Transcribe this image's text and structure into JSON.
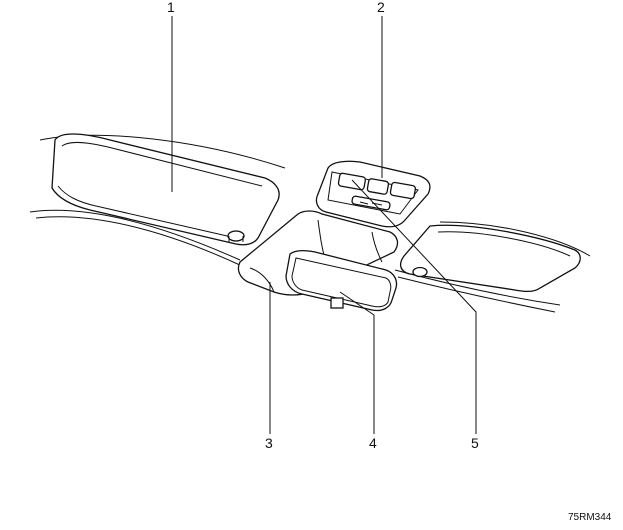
{
  "diagram": {
    "callouts": [
      {
        "id": "1"
      },
      {
        "id": "2"
      },
      {
        "id": "3"
      },
      {
        "id": "4"
      },
      {
        "id": "5"
      }
    ],
    "figure_code": "75RM344"
  },
  "colors": {
    "line": "#111111",
    "background": "#ffffff"
  }
}
